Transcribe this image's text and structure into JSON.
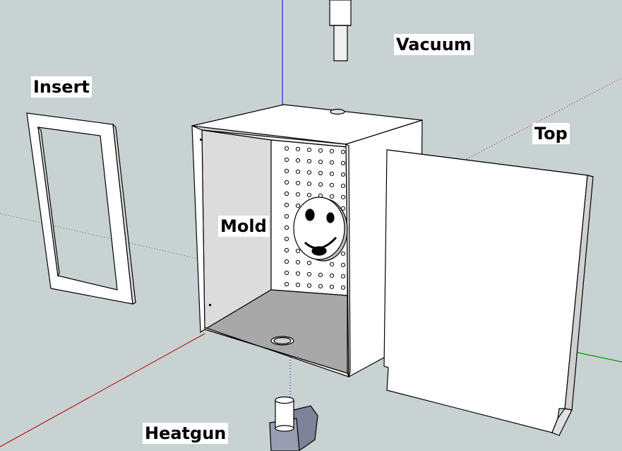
{
  "labels": {
    "vacuum": "Vacuum",
    "insert": "Insert",
    "top": "Top",
    "mold": "Mold",
    "heatgun": "Heatgun"
  },
  "colors": {
    "background": "#c8d2d3",
    "panel": "#ffffff",
    "inner_shadow": "#a8a8a8",
    "heatgun_body": "#8c8fa6",
    "axis_red": "#c00000",
    "axis_green": "#00a000",
    "axis_blue": "#0000c0"
  }
}
